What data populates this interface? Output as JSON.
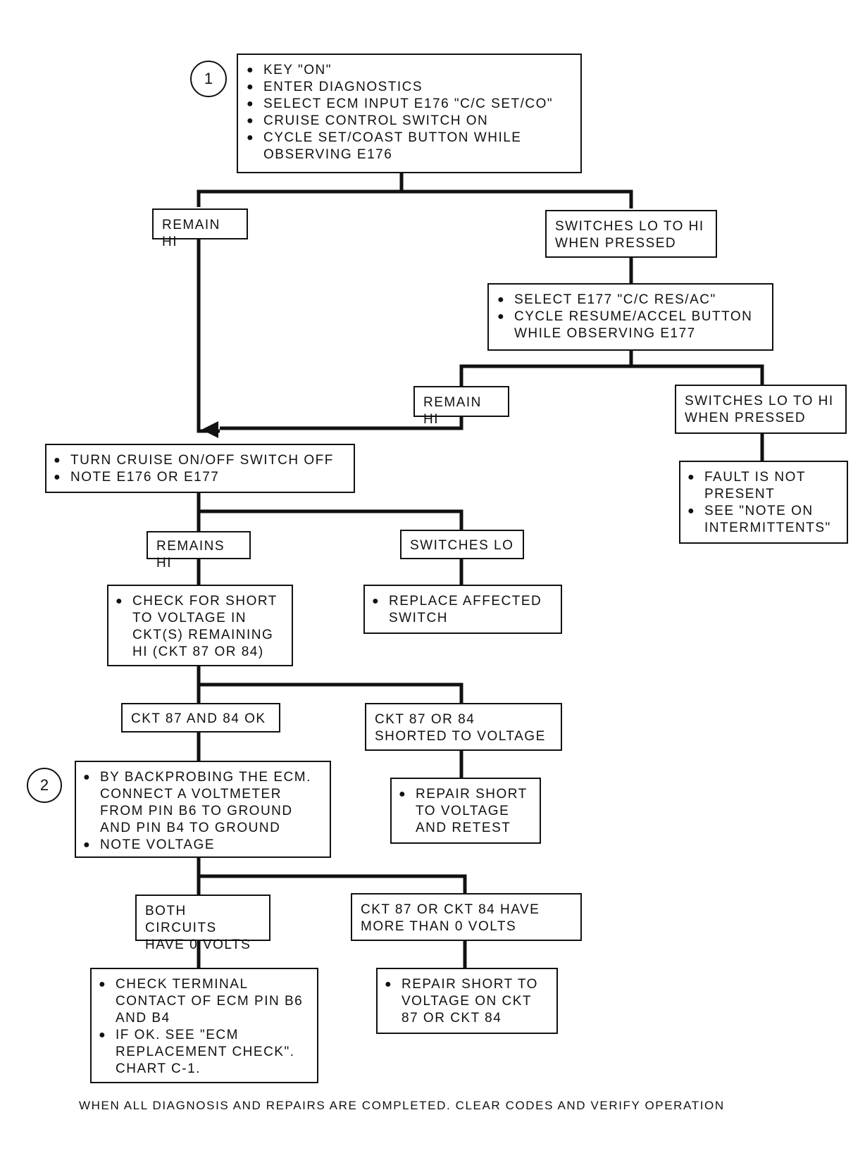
{
  "steps": [
    {
      "number": "1"
    },
    {
      "number": "2"
    }
  ],
  "start_box": {
    "items": [
      "KEY \"ON\"",
      "ENTER DIAGNOSTICS",
      "SELECT ECM INPUT E176 \"C/C SET/CO\"",
      "CRUISE CONTROL SWITCH ON",
      "CYCLE SET/COAST BUTTON WHILE OBSERVING E176"
    ]
  },
  "remain_hi_1": {
    "text": "REMAIN HI"
  },
  "switches_lo_hi_1": {
    "text": "SWITCHES LO TO HI WHEN PRESSED"
  },
  "select_e177_box": {
    "items": [
      "SELECT E177 \"C/C RES/AC\"",
      "CYCLE RESUME/ACCEL BUTTON WHILE OBSERVING E177"
    ]
  },
  "remain_hi_2": {
    "text": "REMAIN HI"
  },
  "switches_lo_hi_2": {
    "text": "SWITCHES LO TO HI WHEN PRESSED"
  },
  "fault_box": {
    "items": [
      "FAULT IS NOT PRESENT",
      "SEE \"NOTE ON INTERMITTENTS\""
    ]
  },
  "turn_off_box": {
    "items": [
      "TURN CRUISE ON/OFF SWITCH OFF",
      "NOTE E176 OR E177"
    ]
  },
  "remains_hi": {
    "text": "REMAINS HI"
  },
  "switches_lo": {
    "text": "SWITCHES LO"
  },
  "replace_box": {
    "items": [
      "REPLACE AFFECTED SWITCH"
    ]
  },
  "check_short_box": {
    "items": [
      "CHECK FOR SHORT TO VOLTAGE IN CKT(S) REMAINING HI (CKT 87 OR 84)"
    ]
  },
  "ckt_ok": {
    "text": "CKT 87 AND 84 OK"
  },
  "ckt_shorted": {
    "text": "CKT 87 OR 84 SHORTED TO VOLTAGE"
  },
  "backprobe_box": {
    "items": [
      "BY BACKPROBING THE ECM. CONNECT A VOLTMETER FROM PIN B6 TO GROUND AND PIN B4 TO GROUND",
      "NOTE VOLTAGE"
    ]
  },
  "repair_short_retest_box": {
    "items": [
      "REPAIR SHORT TO VOLTAGE AND RETEST"
    ]
  },
  "both_zero": {
    "text": "BOTH CIRCUITS HAVE 0 VOLTS"
  },
  "more_than_zero": {
    "text": "CKT 87 OR CKT 84 HAVE MORE THAN 0 VOLTS"
  },
  "check_terminal_box": {
    "items": [
      "CHECK TERMINAL CONTACT OF ECM PIN B6 AND B4",
      "IF OK. SEE \"ECM REPLACEMENT CHECK\". CHART C-1."
    ]
  },
  "repair_short_ckt_box": {
    "items": [
      "REPAIR SHORT TO VOLTAGE ON CKT 87 OR CKT 84"
    ]
  },
  "footer": "WHEN ALL DIAGNOSIS AND REPAIRS ARE COMPLETED. CLEAR CODES AND VERIFY OPERATION"
}
